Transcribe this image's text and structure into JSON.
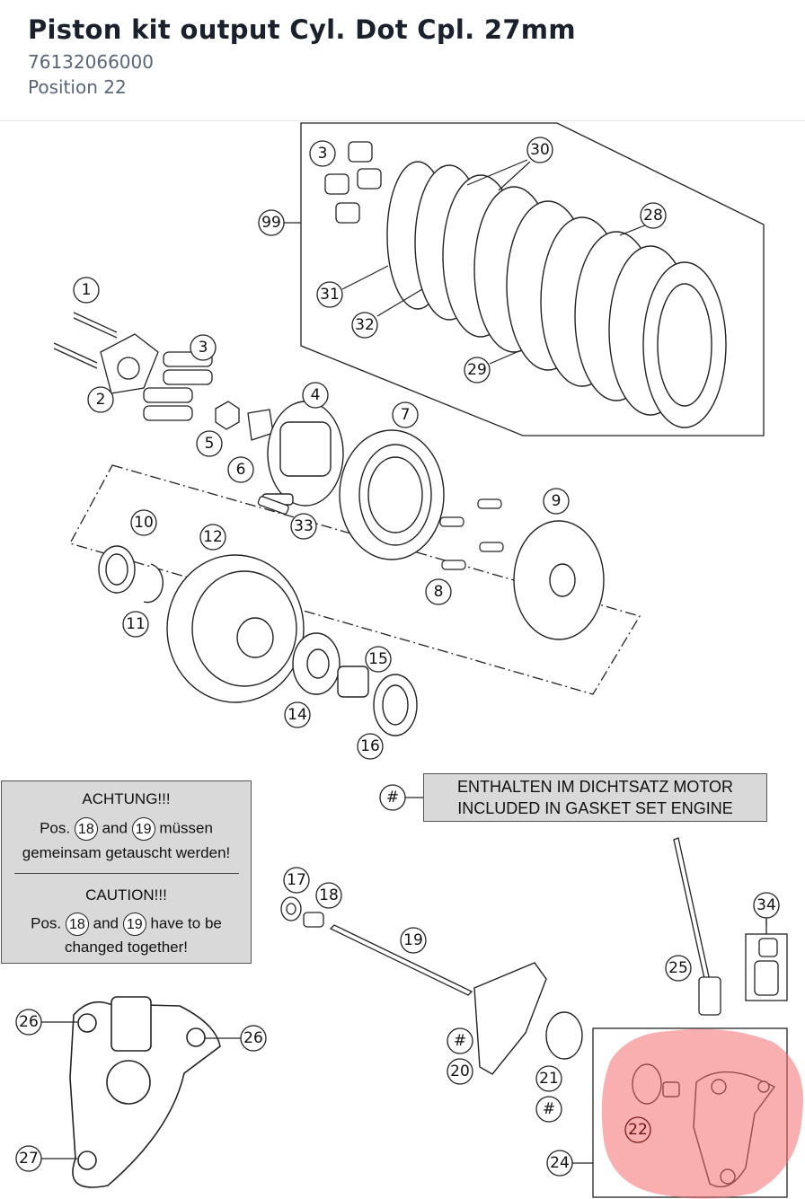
{
  "header": {
    "title": "Piston kit output Cyl. Dot Cpl. 27mm",
    "part_number": "76132066000",
    "position": "Position 22"
  },
  "callouts": {
    "c1": "1",
    "c2": "2",
    "c3a": "3",
    "c3b": "3",
    "c4": "4",
    "c5": "5",
    "c6": "6",
    "c7": "7",
    "c8": "8",
    "c9": "9",
    "c10": "10",
    "c11": "11",
    "c12": "12",
    "c14": "14",
    "c15": "15",
    "c16": "16",
    "c17": "17",
    "c18": "18",
    "c19": "19",
    "c20": "20",
    "c21": "21",
    "c22": "22",
    "c24": "24",
    "c25": "25",
    "c26a": "26",
    "c26b": "26",
    "c27": "27",
    "c28": "28",
    "c29": "29",
    "c30": "30",
    "c31": "31",
    "c32": "32",
    "c33": "33",
    "c34": "34",
    "c99": "99",
    "hash1": "#",
    "hash2": "#",
    "hash3": "#"
  },
  "notes": {
    "warning": {
      "de_heading": "ACHTUNG!!!",
      "de_prefix": "Pos.",
      "de_and": "and",
      "de_suffix": "müssen",
      "de_line2": "gemeinsam getauscht werden!",
      "en_heading": "CAUTION!!!",
      "en_prefix": "Pos.",
      "en_and": "and",
      "en_suffix": "have to be",
      "en_line2": "changed together!",
      "ref_a": "18",
      "ref_b": "19"
    },
    "gasket": {
      "line1": "ENTHALTEN IM DICHTSATZ MOTOR",
      "line2": "INCLUDED IN GASKET SET ENGINE"
    }
  },
  "colors": {
    "highlight": "#f46d6d",
    "line": "#222222",
    "note_bg": "#d9d9d9",
    "title": "#1a202c",
    "subtitle": "#5a6578"
  }
}
